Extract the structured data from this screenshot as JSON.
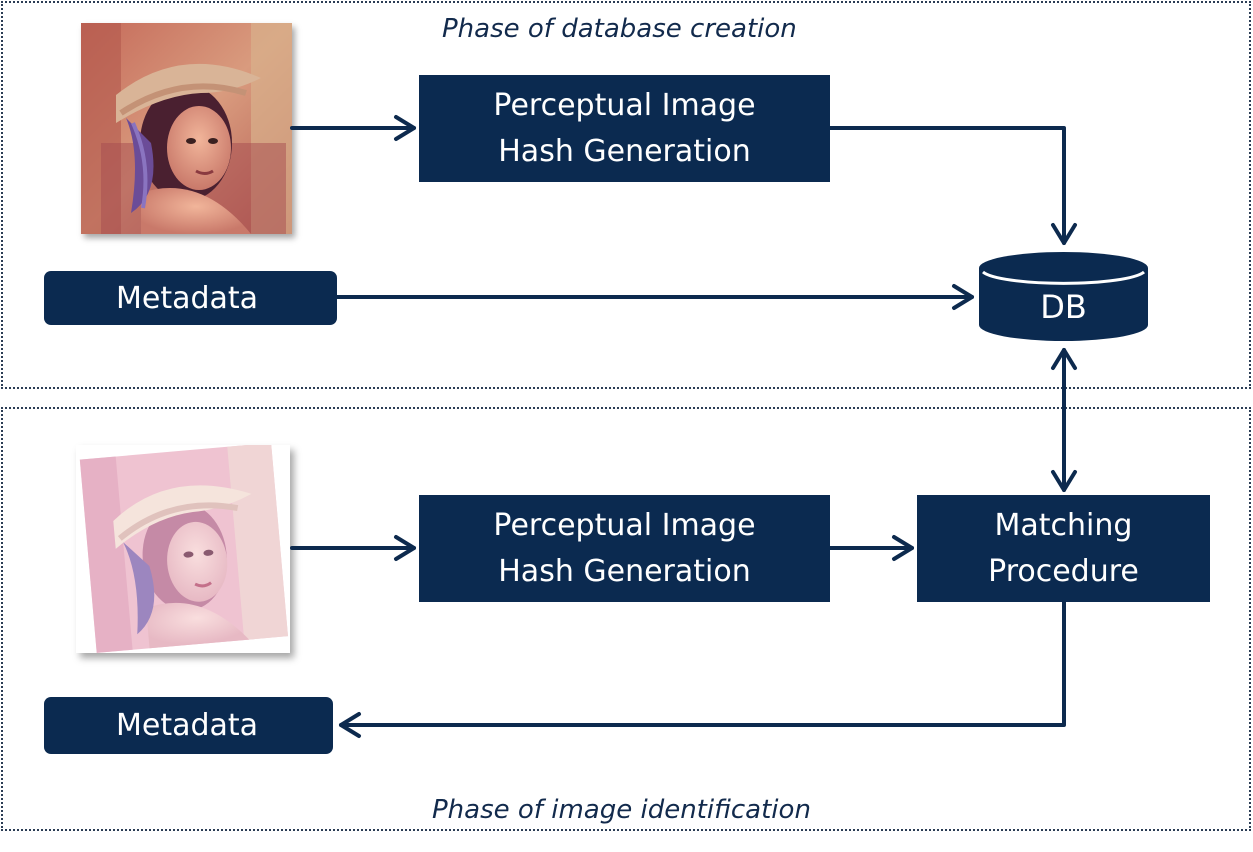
{
  "phases": {
    "top_title": "Phase of database creation",
    "bottom_title": "Phase of image identification"
  },
  "blocks": {
    "hash_top": "Perceptual Image\nHash Generation",
    "hash_bottom": "Perceptual Image\nHash Generation",
    "matching": "Matching\nProcedure",
    "db": "DB",
    "metadata_top": "Metadata",
    "metadata_bottom": "Metadata"
  },
  "images": {
    "original": "portrait-photo",
    "distorted": "distorted-portrait-photo"
  },
  "colors": {
    "block": "#0b2a50",
    "arrow": "#0d2a4e",
    "border": "#2b3d55"
  }
}
